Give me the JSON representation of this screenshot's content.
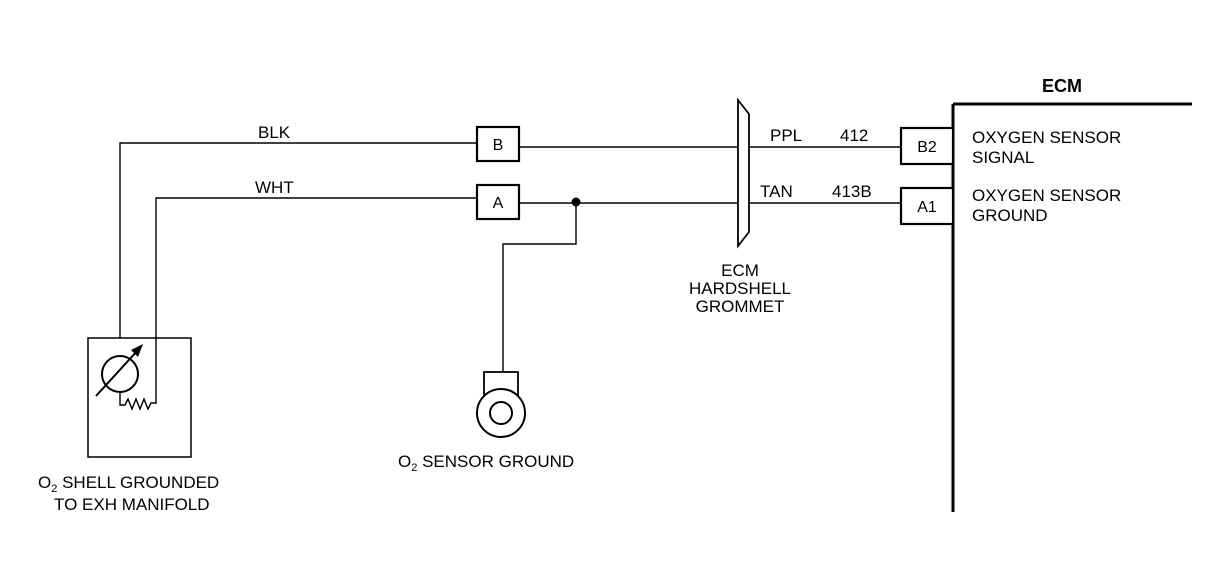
{
  "ecm": {
    "title": "ECM",
    "pins": [
      {
        "id": "B2",
        "label_line1": "OXYGEN SENSOR",
        "label_line2": "SIGNAL"
      },
      {
        "id": "A1",
        "label_line1": "OXYGEN SENSOR",
        "label_line2": "GROUND"
      }
    ]
  },
  "connectors": {
    "b": "B",
    "a": "A"
  },
  "wires": {
    "blk": {
      "color": "BLK"
    },
    "wht": {
      "color": "WHT"
    },
    "signal": {
      "color": "PPL",
      "circuit": "412"
    },
    "ground": {
      "color": "TAN",
      "circuit": "413B"
    }
  },
  "grommet": {
    "line1": "ECM",
    "line2": "HARDSHELL",
    "line3": "GROMMET"
  },
  "sensor": {
    "line1_pre": "O",
    "line1_sub": "2",
    "line1_post": " SHELL GROUNDED",
    "line2": "TO EXH MANIFOLD"
  },
  "sensor_ground": {
    "pre": "O",
    "sub": "2",
    "post": " SENSOR GROUND"
  }
}
